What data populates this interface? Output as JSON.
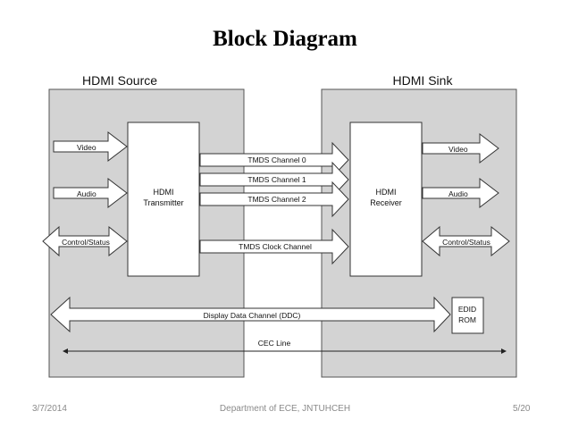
{
  "slide": {
    "title": "Block Diagram"
  },
  "diagram": {
    "source_label": "HDMI Source",
    "sink_label": "HDMI Sink",
    "transmitter": [
      "HDMI",
      "Transmitter"
    ],
    "receiver": [
      "HDMI",
      "Receiver"
    ],
    "source_inputs": [
      "Video",
      "Audio",
      "Control/Status"
    ],
    "sink_outputs": [
      "Video",
      "Audio",
      "Control/Status"
    ],
    "tmds_channels": [
      "TMDS Channel 0",
      "TMDS Channel 1",
      "TMDS Channel 2"
    ],
    "tmds_clock": "TMDS Clock Channel",
    "ddc": "Display Data Channel (DDC)",
    "edid": [
      "EDID",
      "ROM"
    ],
    "cec": "CEC Line"
  },
  "footer": {
    "date": "3/7/2014",
    "department": "Department of ECE, JNTUHCEH",
    "page": "5/20"
  },
  "colors": {
    "panel": "#d3d3d3",
    "box": "#ffffff",
    "stroke": "#333333"
  }
}
